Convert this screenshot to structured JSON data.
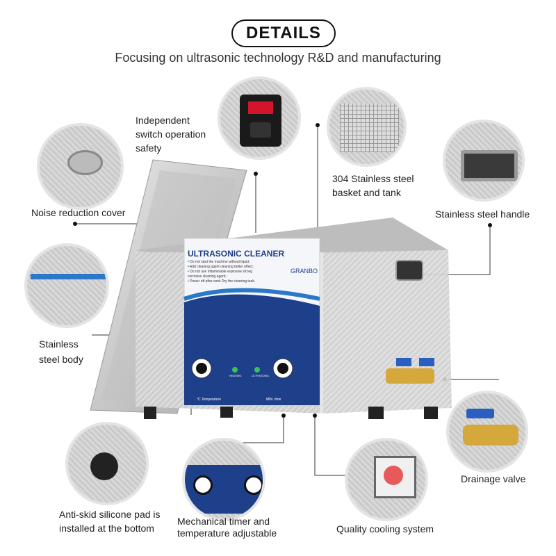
{
  "header": {
    "title": "DETAILS",
    "subtitle": "Focusing on ultrasonic technology R&D and manufacturing"
  },
  "callouts": {
    "switch": [
      "Independent",
      "switch operation",
      "safety"
    ],
    "basket": [
      "304 Stainless steel",
      "basket and tank"
    ],
    "cover": "Noise reduction cover",
    "handle": "Stainless steel handle",
    "body": [
      "Stainless",
      "steel body"
    ],
    "valve": "Drainage valve",
    "pad": [
      "Anti-skid silicone pad is",
      "installed at the bottom"
    ],
    "timer": [
      "Mechanical timer and",
      "temperature adjustable"
    ],
    "cooling": "Quality cooling system"
  },
  "panel": {
    "title": "ULTRASONIC CLEANER",
    "brand": "GRANBO",
    "notes": [
      "• Do not start the machine without liquid;",
      "• Add cleaning agent cleaning better effect;",
      "• Do not use inflammable explosive strong",
      "  corrosive cleaning agent;",
      "• Power off after work Dry the cleaning tank."
    ],
    "left_label": "°C Temperature",
    "right_label": "MIN. time",
    "heater_label": "HEATING",
    "ultra_label": "ULTRASONIC"
  },
  "colors": {
    "panel_blue": "#1e3f8a",
    "accent_blue": "#2a78c8",
    "steel": "#cfcfcf"
  }
}
